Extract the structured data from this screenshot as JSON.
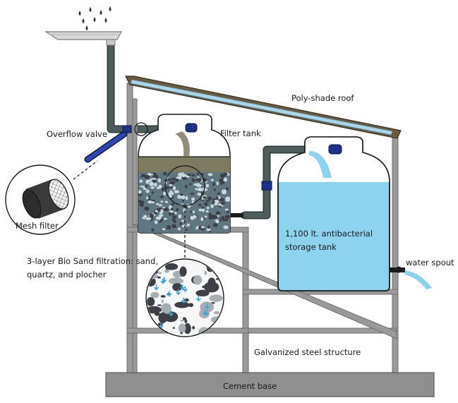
{
  "diagram": {
    "labels": {
      "roof": "Poly-shade roof",
      "overflow_valve": "Overflow valve",
      "filter_tank": "Filter tank",
      "mesh_filter": "Mesh filter",
      "storage_tank_line1": "1,100 lt. antibacterial",
      "storage_tank_line2": "storage tank",
      "bio_sand_line1": "3-layer Bio Sand filtration: sand,",
      "bio_sand_line2": "quartz, and plocher",
      "water_spout": "water spout",
      "steel_structure": "Galvanized steel structure",
      "cement_base": "Cement base"
    },
    "colors": {
      "steel": "#9a9a9a",
      "steel_edge": "#6e6e6e",
      "pipe": "#4f5c5c",
      "valve_blue": "#1f2f8a",
      "storage_water": "#8dd2ef",
      "roof_panel": "#a9d6ea",
      "roof_frame": "#6b5a3e",
      "cement": "#8f8f8f",
      "stones": "#3e4045",
      "sand": "#7c7a60"
    }
  }
}
